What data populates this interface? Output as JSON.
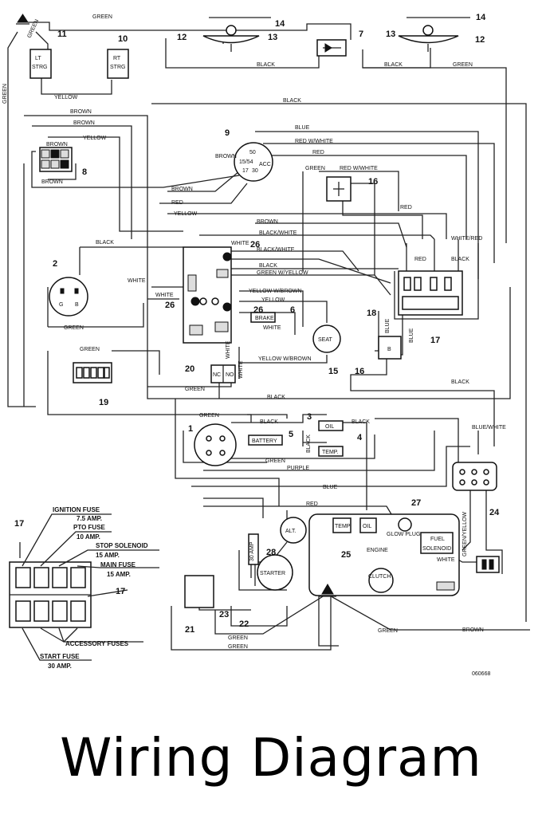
{
  "title": "Wiring Diagram",
  "drawing_number": "060668",
  "component_numbers": {
    "c1": "1",
    "c2": "2",
    "c3": "3",
    "c4": "4",
    "c5": "5",
    "c6": "6",
    "c7": "7",
    "c8": "8",
    "c9": "9",
    "c10": "10",
    "c11": "11",
    "c12a": "12",
    "c12b": "12",
    "c13a": "13",
    "c13b": "13",
    "c14a": "14",
    "c14b": "14",
    "c15": "15",
    "c16a": "16",
    "c16b": "16",
    "c17a": "17",
    "c17b": "17",
    "c17c": "17",
    "c18": "18",
    "c19": "19",
    "c20": "20",
    "c21": "21",
    "c22": "22",
    "c23": "23",
    "c24": "24",
    "c25": "25",
    "c26a": "26",
    "c26b": "26",
    "c26c": "26",
    "c27": "27",
    "c28": "28"
  },
  "component_labels": {
    "lt_strg_1": "LT",
    "lt_strg_2": "STRG",
    "rt_strg_1": "RT",
    "rt_strg_2": "STRG",
    "battery": "BATTERY",
    "brake": "BRAKE",
    "oil_box": "OIL",
    "temp_box": "TEMP.",
    "seat": "SEAT",
    "nc": "NC",
    "no": "NO",
    "alt": "ALT.",
    "starter": "STARTER",
    "engine": "ENGINE",
    "temp_engine": "TEMP",
    "oil_engine": "OIL",
    "glow_plug": "GLOW PLUG",
    "fuel_solenoid_1": "FUEL",
    "fuel_solenoid_2": "SOLENOID",
    "clutch": "CLUTCH",
    "amp_fuse": "30 AMP",
    "sw_50": "50",
    "sw_30": "30",
    "sw_acc": "ACC",
    "sw_15": "15/54",
    "sw_17": "17",
    "r_g": "G",
    "r_b": "B"
  },
  "wire_labels": {
    "green_top": "GREEN",
    "green_diag": "GREEN",
    "green_left": "GREEN",
    "yellow_strg": "YELLOW",
    "black_top": "BLACK",
    "black_top2": "BLACK",
    "green_top2": "GREEN",
    "black_mid": "BLACK",
    "brown_1": "BROWN",
    "brown_2": "BROWN",
    "yellow_1": "YELLOW",
    "brown_8a": "BROWN",
    "brown_8b": "BROWN",
    "brown_9": "BROWN",
    "blue_1": "BLUE",
    "red_white_1": "RED W/WHITE",
    "red_1": "RED",
    "green_16": "GREEN",
    "red_white_16": "RED W/WHITE",
    "brown_3": "BROWN",
    "red_2": "RED",
    "yellow_2": "YELLOW",
    "red_3": "RED",
    "brown_4": "BROWN",
    "black_white_1": "BLACK/WHITE",
    "white_red": "WHITE/RED",
    "black_2": "BLACK",
    "white_26": "WHITE",
    "black_white_26": "BLACK/WHITE",
    "red_4": "RED",
    "black_3": "BLACK",
    "green_white": "GREEN W/YELLOW",
    "black_4": "BLACK",
    "white_2": "WHITE",
    "white_3": "WHITE",
    "green_2": "GREEN",
    "yellow_brown": "YELLOW W/BROWN",
    "yellow_3": "YELLOW",
    "white_6": "WHITE",
    "blue_16a": "BLUE",
    "blue_16b": "BLUE",
    "green_19": "GREEN",
    "white_20": "WHITE",
    "white_20b": "WHITE",
    "yellow_brown_2": "YELLOW W/BROWN",
    "green_20": "GREEN",
    "black_5": "BLACK",
    "black_6": "BLACK",
    "green_3": "GREEN",
    "black_7": "BLACK",
    "black_8": "BLACK",
    "black_9": "BLACK",
    "blue_white": "BLUE/WHITE",
    "green_4": "GREEN",
    "purple": "PURPLE",
    "blue_2": "BLUE",
    "red_5": "RED",
    "green_yellow": "GREEN/YELLOW",
    "white_4": "WHITE",
    "green_5": "GREEN",
    "brown_5": "BROWN",
    "green_6": "GREEN",
    "green_7": "GREEN"
  },
  "fuse_labels": {
    "ignition": "IGNITION FUSE",
    "ignition_amp": "7.5 AMP.",
    "pto": "PTO FUSE",
    "pto_amp": "10 AMP.",
    "stop": "STOP SOLENOID",
    "stop_amp": "15 AMP.",
    "main": "MAIN FUSE",
    "main_amp": "15 AMP.",
    "accessory": "ACCESSORY FUSES",
    "start": "START FUSE",
    "start_amp": "30 AMP."
  }
}
